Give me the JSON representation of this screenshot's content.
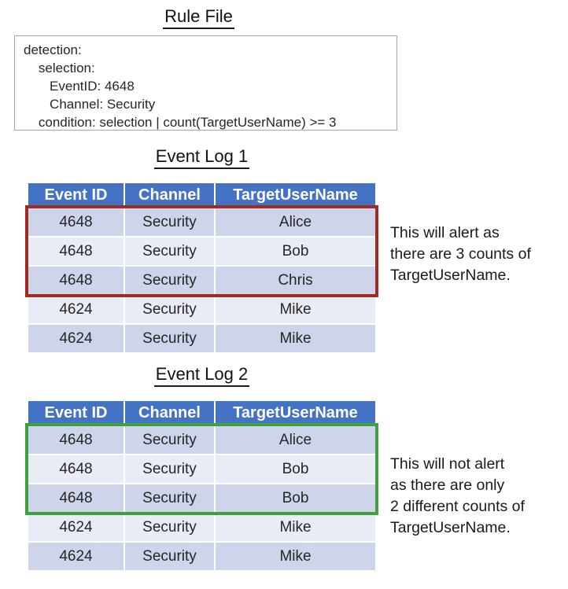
{
  "rule_file": {
    "title": "Rule File",
    "code": "detection:\n    selection:\n       EventID: 4648\n       Channel: Security\n    condition: selection | count(TargetUserName) >= 3"
  },
  "event_log_1": {
    "title": "Event Log 1",
    "columns": [
      "Event ID",
      "Channel",
      "TargetUserName"
    ],
    "rows": [
      [
        "4648",
        "Security",
        "Alice"
      ],
      [
        "4648",
        "Security",
        "Bob"
      ],
      [
        "4648",
        "Security",
        "Chris"
      ],
      [
        "4624",
        "Security",
        "Mike"
      ],
      [
        "4624",
        "Security",
        "Mike"
      ]
    ],
    "highlight": {
      "rows_covered": [
        1,
        2,
        3
      ],
      "color": "#a02b22",
      "meaning": "alert"
    },
    "annotation": "This will alert as\nthere are 3 counts of\nTargetUserName."
  },
  "event_log_2": {
    "title": "Event Log 2",
    "columns": [
      "Event ID",
      "Channel",
      "TargetUserName"
    ],
    "rows": [
      [
        "4648",
        "Security",
        "Alice"
      ],
      [
        "4648",
        "Security",
        "Bob"
      ],
      [
        "4648",
        "Security",
        "Bob"
      ],
      [
        "4624",
        "Security",
        "Mike"
      ],
      [
        "4624",
        "Security",
        "Mike"
      ]
    ],
    "highlight": {
      "rows_covered": [
        1,
        2,
        3
      ],
      "color": "#3ea13e",
      "meaning": "no alert"
    },
    "annotation": "This will not alert\nas there are only\n2 different counts of\nTargetUserName."
  },
  "colors": {
    "table_header_blue": "#4472c4",
    "row_band_dark": "#ced4e9",
    "row_band_light": "#e9ebf5",
    "alert_red": "#a02b22",
    "ok_green": "#3ea13e",
    "rule_box_border": "#a6a6a6"
  }
}
